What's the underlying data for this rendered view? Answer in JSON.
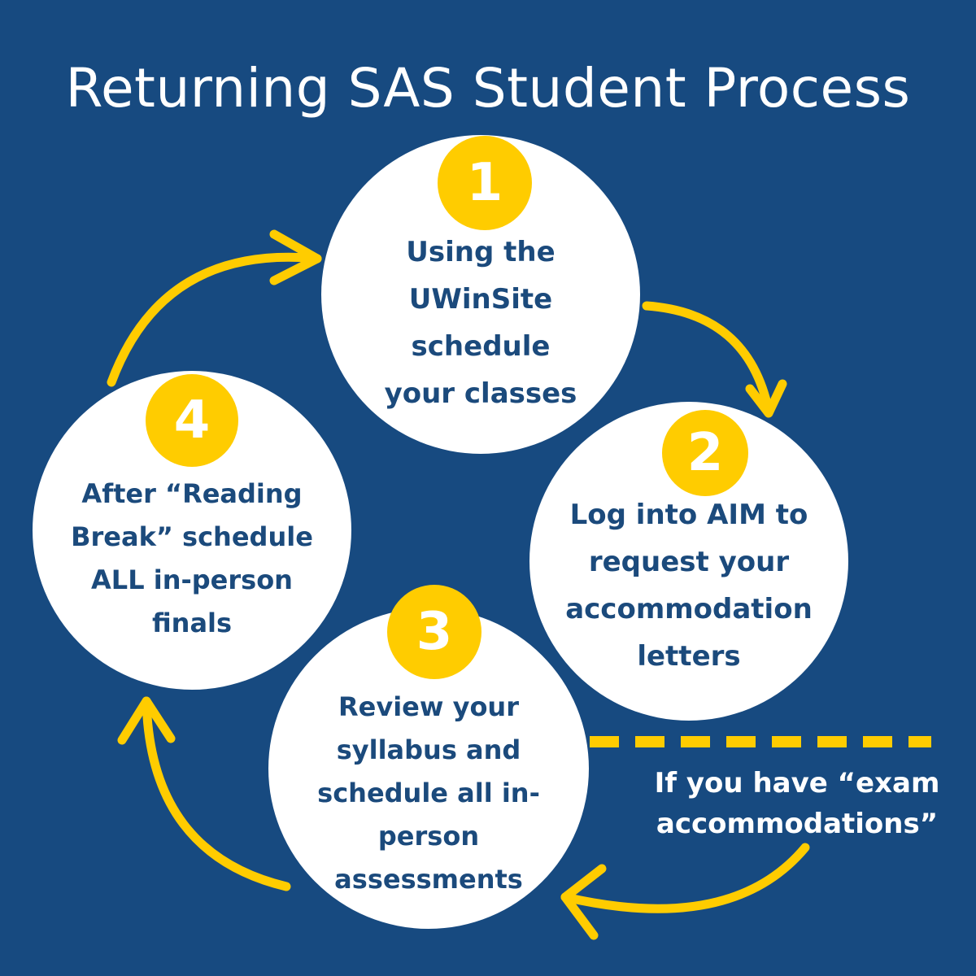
{
  "title": "Returning SAS Student Process",
  "colors": {
    "background": "#174a80",
    "accent": "#ffcc00",
    "text": "#1b4a7c"
  },
  "steps": [
    {
      "number": "1",
      "text": "Using the UWinSite schedule your classes"
    },
    {
      "number": "2",
      "text": "Log into AIM to request your accommodation letters"
    },
    {
      "number": "3",
      "text": "Review your syllabus and schedule all in-person assessments"
    },
    {
      "number": "4",
      "text": "After “Reading Break” schedule ALL in-person finals"
    }
  ],
  "note": "If you have “exam accommodations”"
}
